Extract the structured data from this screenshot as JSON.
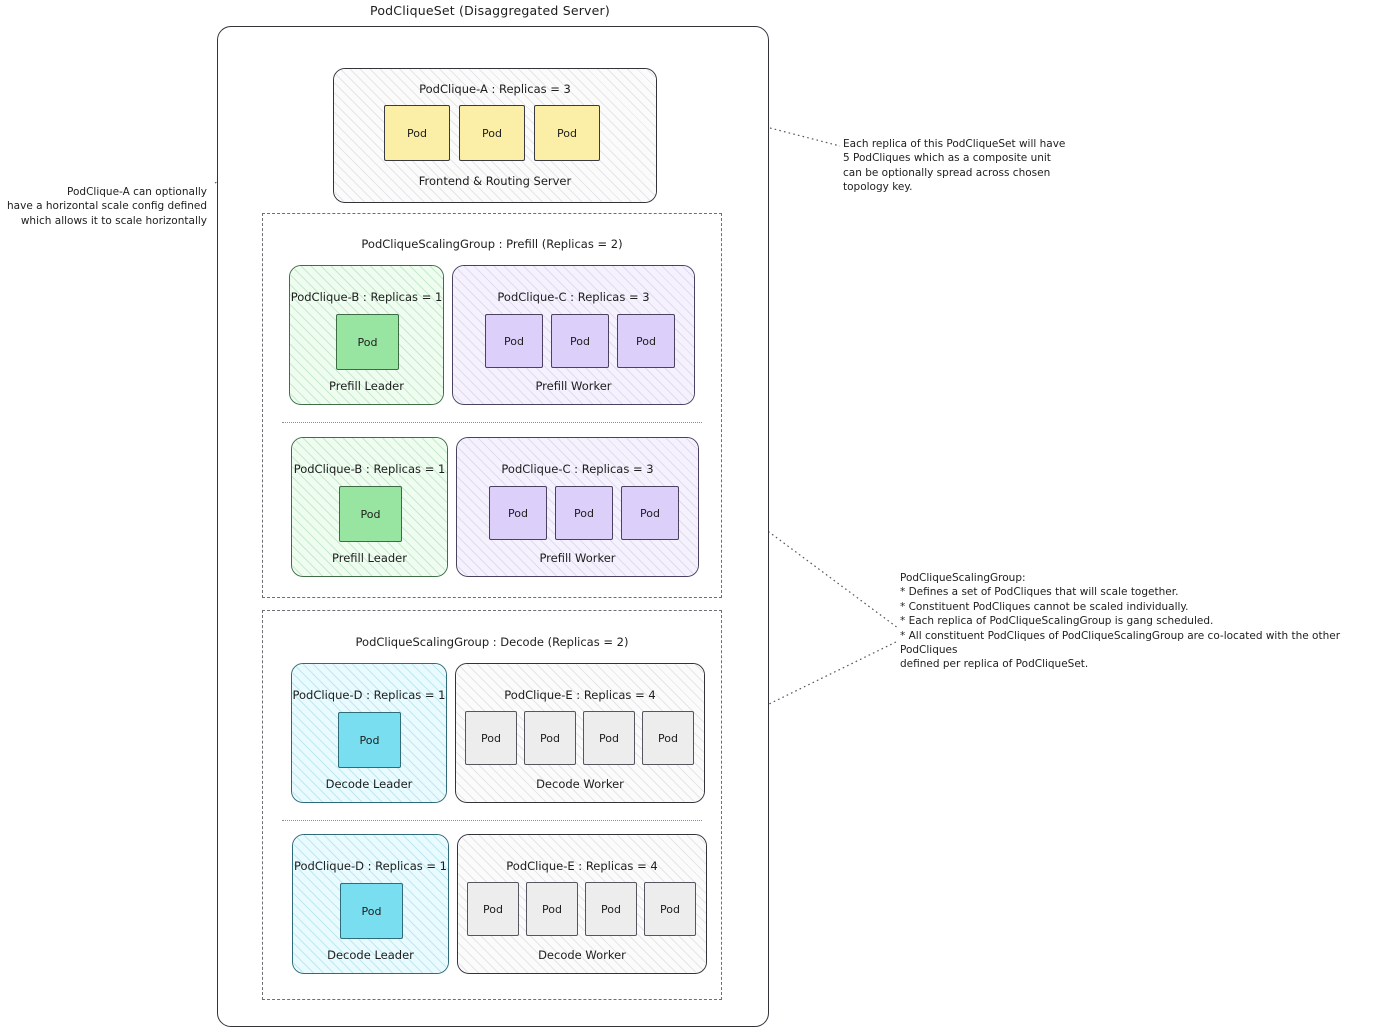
{
  "title": "PodCliqueSet (Disaggregated Server)",
  "podclique_a": {
    "title": "PodClique-A : Replicas = 3",
    "caption": "Frontend & Routing Server",
    "pod_label": "Pod",
    "pods": 3,
    "pod_color": "#fbeea6"
  },
  "scaling_groups": [
    {
      "title": "PodCliqueScalingGroup : Prefill (Replicas = 2)",
      "replicas": [
        {
          "leader": {
            "title": "PodClique-B : Replicas = 1",
            "caption": "Prefill Leader",
            "pods": 1,
            "pod_label": "Pod",
            "pod_color": "#98e5a1"
          },
          "worker": {
            "title": "PodClique-C : Replicas = 3",
            "caption": "Prefill Worker",
            "pods": 3,
            "pod_label": "Pod",
            "pod_color": "#dcd0fa"
          }
        },
        {
          "leader": {
            "title": "PodClique-B : Replicas = 1",
            "caption": "Prefill Leader",
            "pods": 1,
            "pod_label": "Pod",
            "pod_color": "#98e5a1"
          },
          "worker": {
            "title": "PodClique-C : Replicas = 3",
            "caption": "Prefill Worker",
            "pods": 3,
            "pod_label": "Pod",
            "pod_color": "#dcd0fa"
          }
        }
      ]
    },
    {
      "title": "PodCliqueScalingGroup : Decode (Replicas = 2)",
      "replicas": [
        {
          "leader": {
            "title": "PodClique-D : Replicas = 1",
            "caption": "Decode Leader",
            "pods": 1,
            "pod_label": "Pod",
            "pod_color": "#79dff0"
          },
          "worker": {
            "title": "PodClique-E : Replicas = 4",
            "caption": "Decode Worker",
            "pods": 4,
            "pod_label": "Pod",
            "pod_color": "#ededed"
          }
        },
        {
          "leader": {
            "title": "PodClique-D : Replicas = 1",
            "caption": "Decode Leader",
            "pods": 1,
            "pod_label": "Pod",
            "pod_color": "#79dff0"
          },
          "worker": {
            "title": "PodClique-E : Replicas = 4",
            "caption": "Decode Worker",
            "pods": 4,
            "pod_label": "Pod",
            "pod_color": "#ededed"
          }
        }
      ]
    }
  ],
  "notes": {
    "left": "PodClique-A can optionally\nhave a horizontal scale config defined\nwhich allows it to scale horizontally",
    "top_right": "Each replica of this PodCliqueSet will have\n5 PodCliques which as a composite unit\ncan be optionally spread across chosen\ntopology key.",
    "bottom_right": "PodCliqueScalingGroup:\n* Defines a set of PodCliques that will scale together.\n* Constituent PodCliques cannot be scaled individually.\n* Each replica of PodCliqueScalingGroup is gang scheduled.\n* All constituent PodCliques of PodCliqueScalingGroup are co-located with the other PodCliques\n   defined per replica of PodCliqueSet."
  }
}
